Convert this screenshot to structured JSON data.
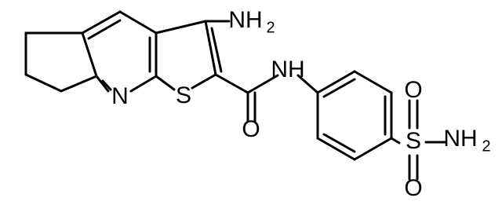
{
  "diagram": {
    "atom_labels": {
      "amine_top": "NH",
      "amine_top_sub": "2",
      "pyridine_n": "N",
      "thiophene_s": "S",
      "amide_nh": "NH",
      "carbonyl_o": "O",
      "sulfonyl_s": "S",
      "sulfonyl_o_upper": "O",
      "sulfonyl_o_lower": "O",
      "sulfonamide_nh": "NH",
      "sulfonamide_nh_sub": "2"
    }
  }
}
